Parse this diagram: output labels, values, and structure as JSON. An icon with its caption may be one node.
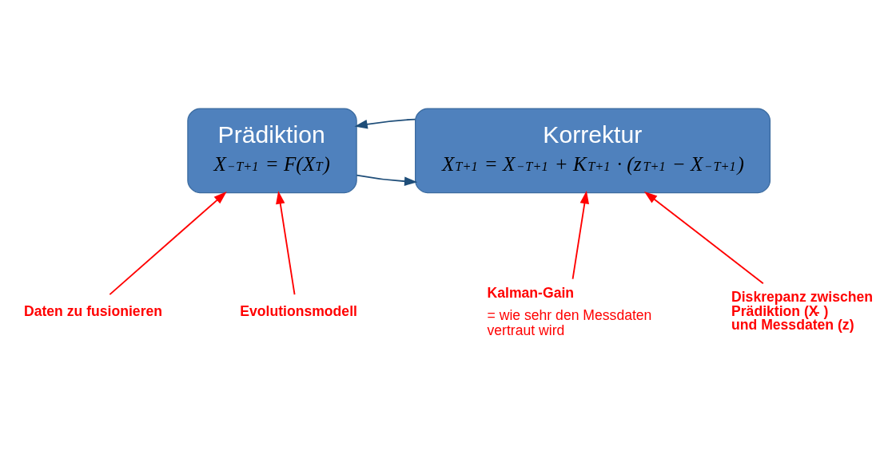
{
  "diagram": {
    "nodes": [
      {
        "text": [
          "Prädiktion",
          "X$^{−}$$_{T+1}$ = F(X$_{T}$)"
        ]
      },
      {
        "text": [
          "Korrektur",
          "X$_{T+1}$ = X$^{−}$$_{T+1}$ + K$_{T+1}$ · (z$_{T+1}$ − X$^{−}$$_{T+1}$)"
        ]
      },
      {
        "text": [
          "Daten zu fusionieren"
        ]
      },
      {
        "text": [
          "Evolutionsmodell"
        ]
      },
      {
        "text": [
          "Kalman-Gain",
          "= wie sehr den Messdaten vertraut wird"
        ]
      },
      {
        "text": [
          "Diskrepanz zwischen Prädiktion (X$^{-}$ ) und Messdaten (z)"
        ]
      }
    ],
    "edges": [
      {
        "from": 1,
        "to": 0,
        "arrow": "to",
        "color": "#1f4e79"
      },
      {
        "from": 0,
        "to": 1,
        "arrow": "to",
        "color": "#1f4e79"
      },
      {
        "from": 2,
        "to": 0,
        "arrow": "to",
        "color": "#ff0000"
      },
      {
        "from": 3,
        "to": 0,
        "arrow": "to",
        "color": "#ff0000"
      },
      {
        "from": 4,
        "to": 1,
        "arrow": "to",
        "color": "#ff0000"
      },
      {
        "from": 5,
        "to": 1,
        "arrow": "to",
        "color": "#ff0000"
      }
    ]
  }
}
